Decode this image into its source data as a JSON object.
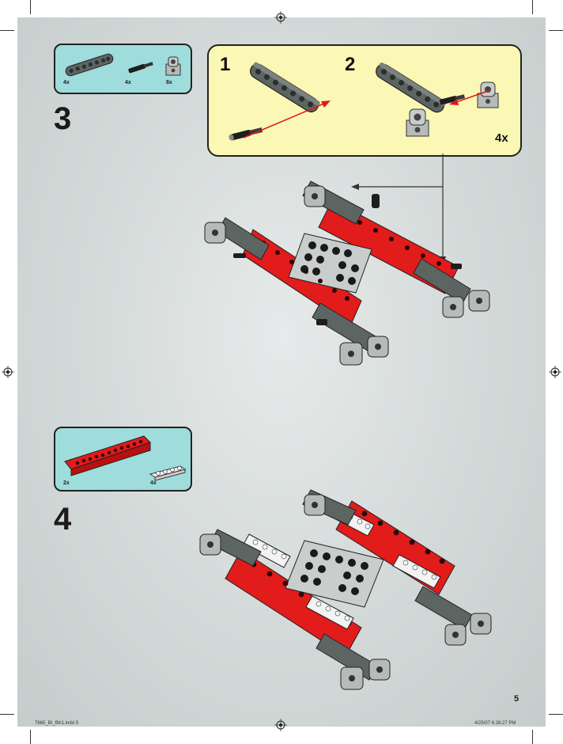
{
  "page": {
    "number": "5",
    "footer_file": "7665_BI_BK1.indd   5",
    "footer_timestamp": "4/25/07   6:26:27 PM"
  },
  "step3": {
    "number": "3",
    "parts": [
      {
        "name": "dark-gray-liftarm-7",
        "qty": "4x"
      },
      {
        "name": "black-axle-pin",
        "qty": "4x"
      },
      {
        "name": "light-gray-axle-pin-connector",
        "qty": "8x"
      }
    ],
    "subassembly": {
      "sub_step_1": "1",
      "sub_step_2": "2",
      "multiplier": "4x"
    }
  },
  "step4": {
    "number": "4",
    "parts": [
      {
        "name": "red-technic-brick-1x12",
        "qty": "2x"
      },
      {
        "name": "white-plate-1x4",
        "qty": "4x"
      }
    ]
  },
  "colors": {
    "page_bg": "#d3d9d8",
    "parts_box": "#9fdcdc",
    "subassembly_box": "#fbf7b4",
    "red_brick": "#e21b1b",
    "dark_gray": "#5d6563",
    "light_gray": "#b6bbba",
    "arrow_red": "#e01818"
  }
}
